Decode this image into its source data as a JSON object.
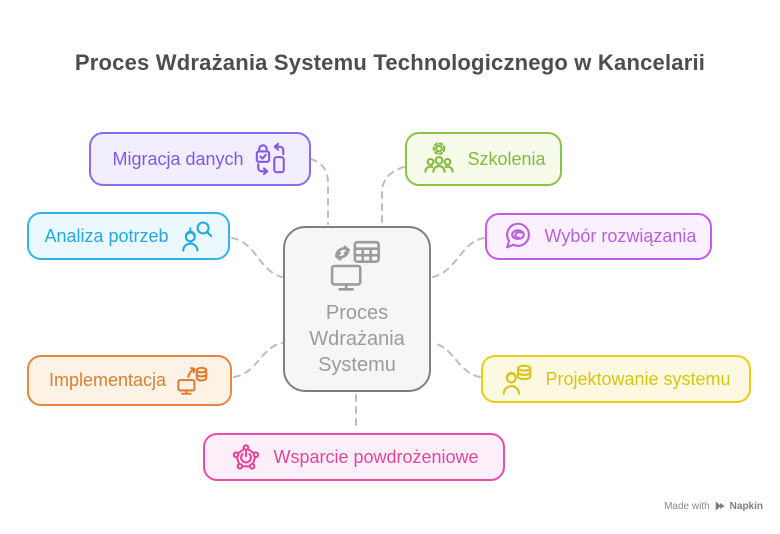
{
  "title": "Proces Wdrażania Systemu Technologicznego w Kancelarii",
  "colors": {
    "background": "#FFFFFF",
    "title_text": "#4D4D4D",
    "connector": "#BDBDBD"
  },
  "center_node": {
    "lines": [
      "Proces",
      "Wdrażania",
      "Systemu"
    ],
    "icon": "system-implementation-icon",
    "border": "#7F7F7F",
    "background": "#F6F6F6",
    "text": "#9B9B9B"
  },
  "nodes": [
    {
      "label": "Migracja danych",
      "icon": "secure-device-transfer-icon",
      "icon_side": "right",
      "border": "#8A6CEF",
      "background": "#F2EEFE",
      "text": "#7D5BE8"
    },
    {
      "label": "Szkolenia",
      "icon": "team-training-gear-icon",
      "icon_side": "left",
      "border": "#8BC34A",
      "background": "#F7FBEB",
      "text": "#82BB3A"
    },
    {
      "label": "Analiza potrzeb",
      "icon": "person-magnifier-icon",
      "icon_side": "right",
      "border": "#2FB5EA",
      "background": "#EBF8FE",
      "text": "#23A9DF"
    },
    {
      "label": "Wybór rozwiązania",
      "icon": "speech-bubble-coil-icon",
      "icon_side": "left",
      "border": "#C75BE8",
      "background": "#FAF0FE",
      "text": "#BA5FDE"
    },
    {
      "label": "Implementacja",
      "icon": "monitor-database-deploy-icon",
      "icon_side": "right",
      "border": "#E2873B",
      "background": "#FCF2E6",
      "text": "#DC7F33"
    },
    {
      "label": "Projektowanie systemu",
      "icon": "person-database-icon",
      "icon_side": "left",
      "border": "#E7CE16",
      "background": "#FDF9E1",
      "text": "#D9C413"
    },
    {
      "label": "Wsparcie powdrożeniowe",
      "icon": "support-network-power-icon",
      "icon_side": "left",
      "border": "#EA4DAE",
      "background": "#FDEFF8",
      "text": "#E2479E"
    }
  ],
  "watermark": {
    "prefix": "Made with",
    "brand": "Napkin"
  }
}
